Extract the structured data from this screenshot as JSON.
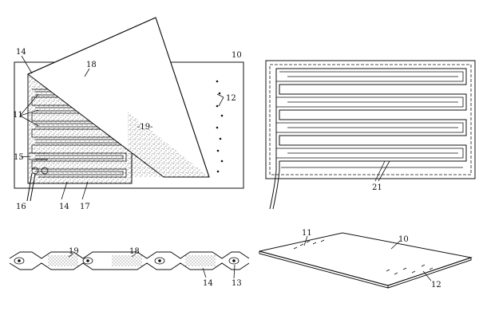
{
  "fig_a": {
    "ref_10": "10",
    "ref_14_top": "14",
    "ref_18": "18",
    "ref_11": "11",
    "ref_19": "-19-",
    "ref_12": "12",
    "ref_15": "15",
    "ref_16": "16",
    "ref_14_bottom": "14",
    "ref_17": "17"
  },
  "fig_b": {
    "ref_21": "21"
  },
  "fig_c": {
    "ref_19": "19",
    "ref_18": "18",
    "ref_14": "14",
    "ref_13": "13"
  },
  "fig_d": {
    "ref_11": "11",
    "ref_10": "10",
    "ref_12": "12"
  }
}
